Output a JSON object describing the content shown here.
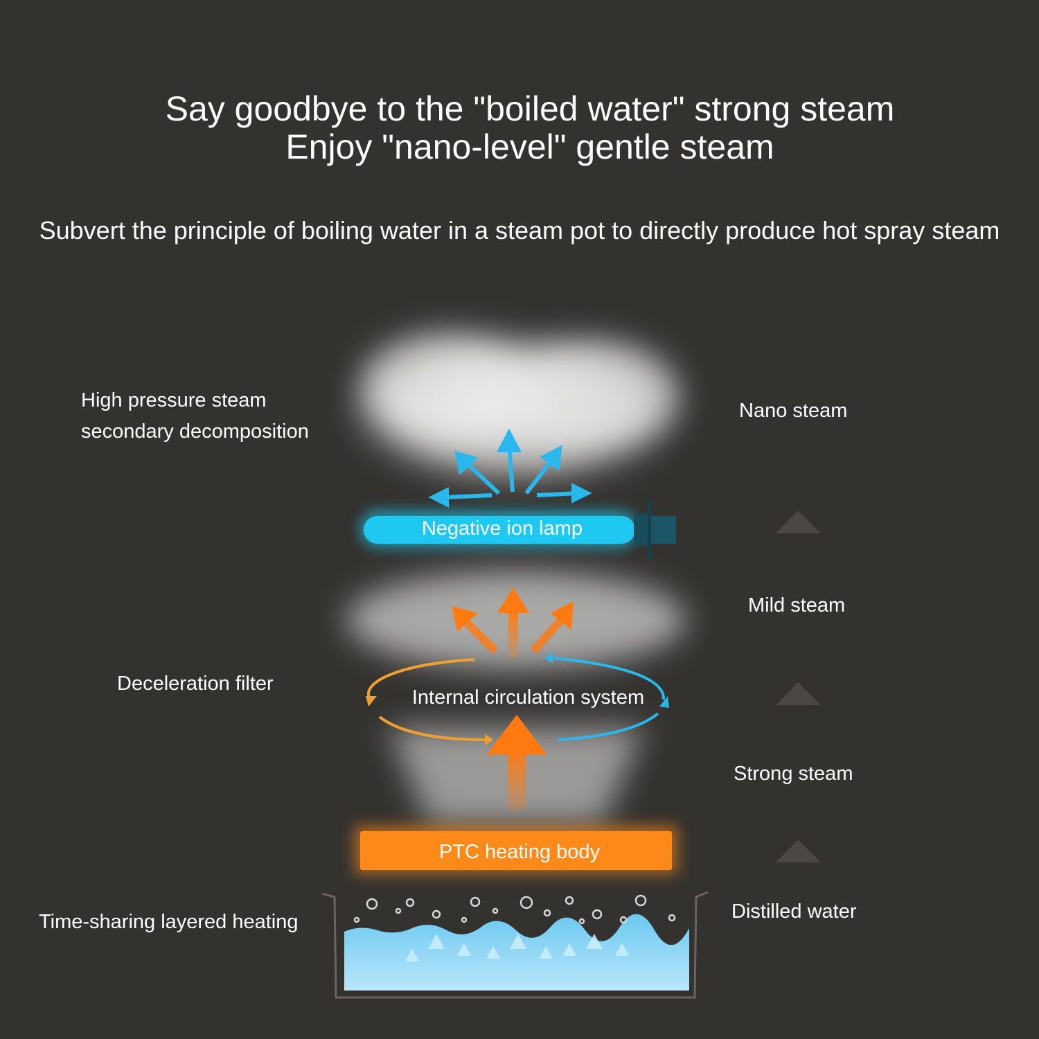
{
  "title": {
    "line1": "Say goodbye to the \"boiled water\" strong steam",
    "line2": "Enjoy \"nano-level\" gentle steam"
  },
  "subtitle": "Subvert the principle of boiling water in a steam pot to directly produce hot spray steam",
  "left_labels": {
    "high_pressure_1": "High pressure steam",
    "high_pressure_2": "secondary decomposition",
    "deceleration": "Deceleration filter",
    "time_sharing": "Time-sharing layered heating"
  },
  "right_labels": {
    "nano": "Nano steam",
    "mild": "Mild steam",
    "strong": "Strong steam",
    "distilled": "Distilled water"
  },
  "components": {
    "lamp": "Negative ion lamp",
    "circulation": "Internal circulation system",
    "ptc": "PTC heating body"
  },
  "colors": {
    "background": "#34322f",
    "lamp": "#1ec8f0",
    "ptc": "#ff8a1a",
    "water": "#8fd6f5"
  }
}
